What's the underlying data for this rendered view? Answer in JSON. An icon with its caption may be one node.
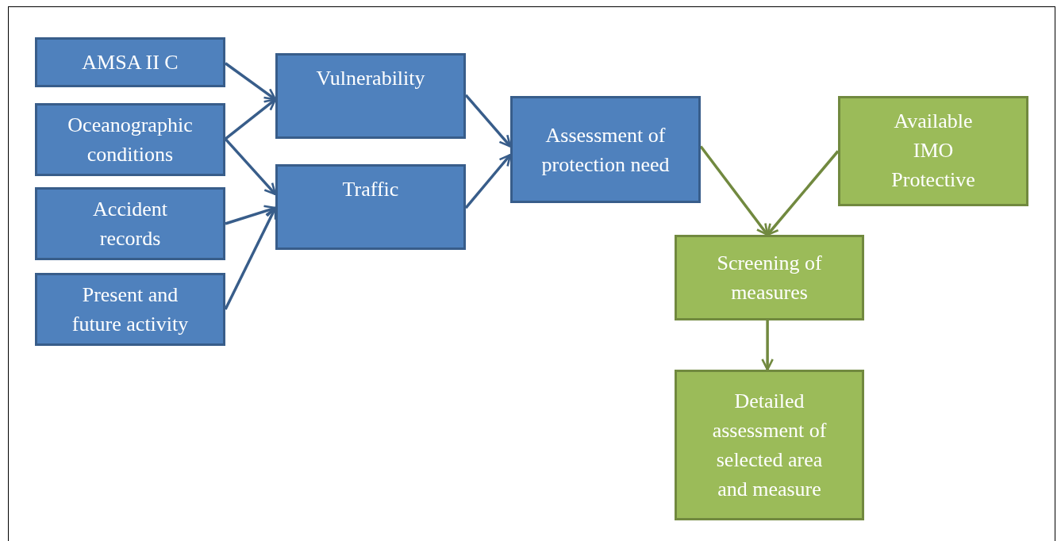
{
  "diagram": {
    "nodes": [
      {
        "text": [
          "AMSA II C"
        ]
      },
      {
        "text": [
          "Oceanographic conditions"
        ]
      },
      {
        "text": [
          "Accident records"
        ]
      },
      {
        "text": [
          "Present and future activity"
        ]
      },
      {
        "text": [
          "Vulnerability"
        ]
      },
      {
        "text": [
          "Traffic"
        ]
      },
      {
        "text": [
          "Assessment of protection need"
        ]
      },
      {
        "text": [
          "Available IMO Protective"
        ]
      },
      {
        "text": [
          "Screening of measures"
        ]
      },
      {
        "text": [
          "Detailed assessment of selected area and measure"
        ]
      }
    ],
    "edges": [
      {
        "from": 0,
        "to": 4,
        "arrow": "to"
      },
      {
        "from": 1,
        "to": 4,
        "arrow": "to"
      },
      {
        "from": 1,
        "to": 5,
        "arrow": "to"
      },
      {
        "from": 2,
        "to": 5,
        "arrow": "to"
      },
      {
        "from": 3,
        "to": 5,
        "arrow": "to"
      },
      {
        "from": 4,
        "to": 6,
        "arrow": "to"
      },
      {
        "from": 5,
        "to": 6,
        "arrow": "to"
      },
      {
        "from": 6,
        "to": 8,
        "arrow": "to",
        "color": "#71893f"
      },
      {
        "from": 7,
        "to": 8,
        "arrow": "to",
        "color": "#71893f"
      },
      {
        "from": 8,
        "to": 9,
        "arrow": "to",
        "color": "#71893f"
      }
    ]
  }
}
